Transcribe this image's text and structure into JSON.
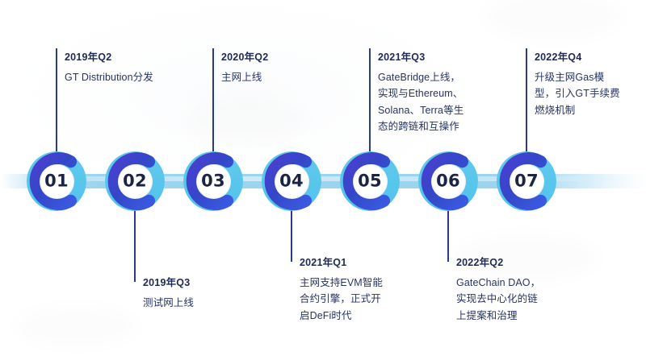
{
  "meta": {
    "title": "GateChain 发展路线图时间轴",
    "background_color": "#ffffff",
    "accent_light": "#4fc1ea",
    "accent_dark": "#3447c8",
    "line_color": "#2b3a8c",
    "text_color": "#273462",
    "rail_color": "#96d2f0"
  },
  "milestones": [
    {
      "number": "01",
      "position": "above",
      "date": "2019年Q2",
      "description": "GT Distribution分发"
    },
    {
      "number": "02",
      "position": "below",
      "date": "2019年Q3",
      "description": "测试网上线"
    },
    {
      "number": "03",
      "position": "above",
      "date": "2020年Q2",
      "description": "主网上线"
    },
    {
      "number": "04",
      "position": "below",
      "date": "2021年Q1",
      "description": "主网支持EVM智能合约引擎，正式开启DeFi时代"
    },
    {
      "number": "05",
      "position": "above",
      "date": "2021年Q3",
      "description": "GateBridge上线，实现与Ethereum、Solana、Terra等生态的跨链和互操作"
    },
    {
      "number": "06",
      "position": "below",
      "date": "2022年Q2",
      "description": "GateChain DAO，实现去中心化的链上提案和治理"
    },
    {
      "number": "07",
      "position": "above",
      "date": "2022年Q4",
      "description": "升级主网Gas模型，引入GT手续费燃烧机制"
    }
  ]
}
